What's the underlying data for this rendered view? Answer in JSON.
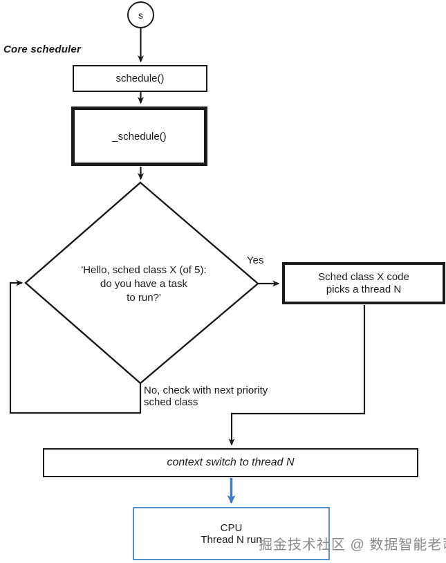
{
  "labels": {
    "section": "Core scheduler",
    "yes": "Yes",
    "no": {
      "line1": "No, check with next priority",
      "line2": "sched class"
    }
  },
  "nodes": {
    "start": "s",
    "schedule": "schedule()",
    "underscore_schedule": "_schedule()",
    "decision": {
      "line1": "'Hello, sched class X (of 5):",
      "line2": "do you have a task",
      "line3": "to run?'"
    },
    "sched_class": {
      "line1": "Sched class X code",
      "line2": "picks a thread N"
    },
    "context_switch": "context switch to thread N",
    "cpu": {
      "line1": "CPU",
      "line2": "Thread N run"
    }
  },
  "watermark": "掘金技术社区 @ 数据智能老司机",
  "colors": {
    "line": "#1a1a1a",
    "blue_arrow": "#3f7cc0",
    "cpu_border": "#5494ce",
    "watermark": "#8a8a8a",
    "bg": "#ffffff"
  }
}
